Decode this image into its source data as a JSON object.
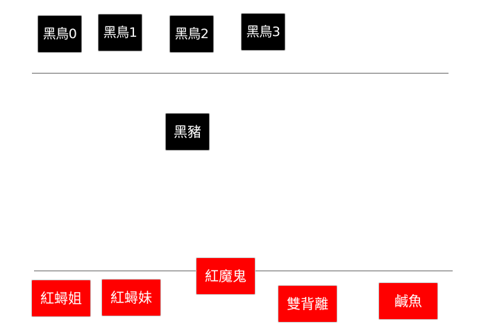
{
  "board": {
    "black_pieces": [
      {
        "label": "黑鳥0"
      },
      {
        "label": "黑鳥1"
      },
      {
        "label": "黑鳥2"
      },
      {
        "label": "黑鳥3"
      },
      {
        "label": "黑豬"
      }
    ],
    "red_pieces": [
      {
        "label": "紅蟳姐"
      },
      {
        "label": "紅蟳妹"
      },
      {
        "label": "紅魔鬼"
      },
      {
        "label": "雙背離"
      },
      {
        "label": "鹹魚"
      }
    ]
  },
  "colors": {
    "black_piece_bg": "#000000",
    "red_piece_bg": "#ff0000",
    "piece_text": "#ffffff",
    "line": "#666666",
    "background": "#ffffff"
  }
}
